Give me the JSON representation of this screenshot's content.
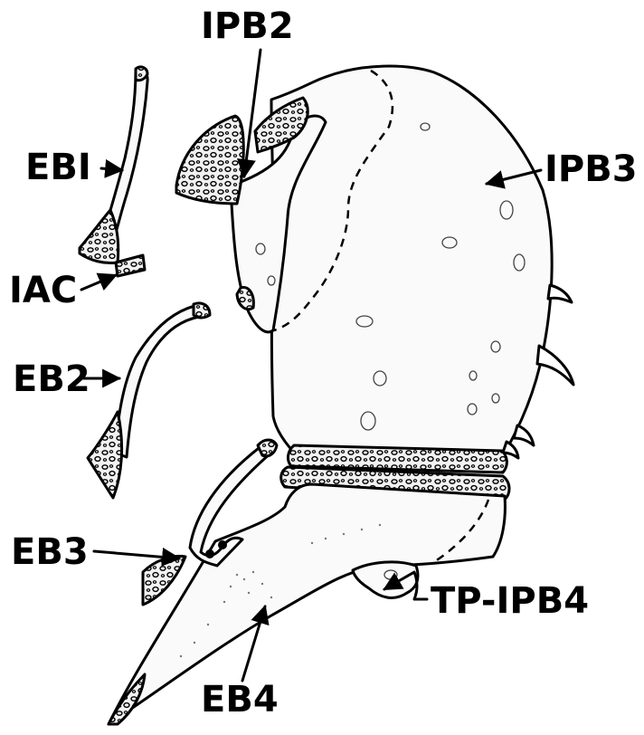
{
  "figure": {
    "labels": {
      "ipb2": "IPB2",
      "ipb3": "IPB3",
      "eb1": "EBI",
      "iac": "IAC",
      "eb2": "EB2",
      "eb3": "EB3",
      "eb4": "EB4",
      "tp_ipb4": "TP-IPB4"
    },
    "colors": {
      "ink": "#000000",
      "bone_fill": "#fafafa",
      "background": "#ffffff"
    }
  }
}
